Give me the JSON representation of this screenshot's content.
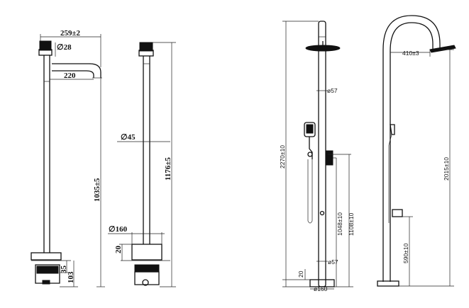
{
  "left_view_front": {
    "width_total": "259±2",
    "diameter_handle": "∅28",
    "spout_reach": "220",
    "height_total": "1035±5",
    "base_height_1": "35",
    "base_height_2": "103"
  },
  "left_view_side": {
    "diameter_pipe": "∅45",
    "height_total": "1176±5",
    "diameter_base": "∅160",
    "base_plate_height": "20"
  },
  "right_view_front": {
    "pipe_diameter_top": "ø57",
    "total_height": "2270±10",
    "height_a": "1048±10",
    "height_b": "1108±10",
    "pipe_diameter_bottom": "ø57",
    "plate_height": "20",
    "base_diameter": "ø160"
  },
  "right_view_side": {
    "arm_reach": "410±3",
    "shower_height": "2015±10",
    "valve_height": "590±10"
  }
}
